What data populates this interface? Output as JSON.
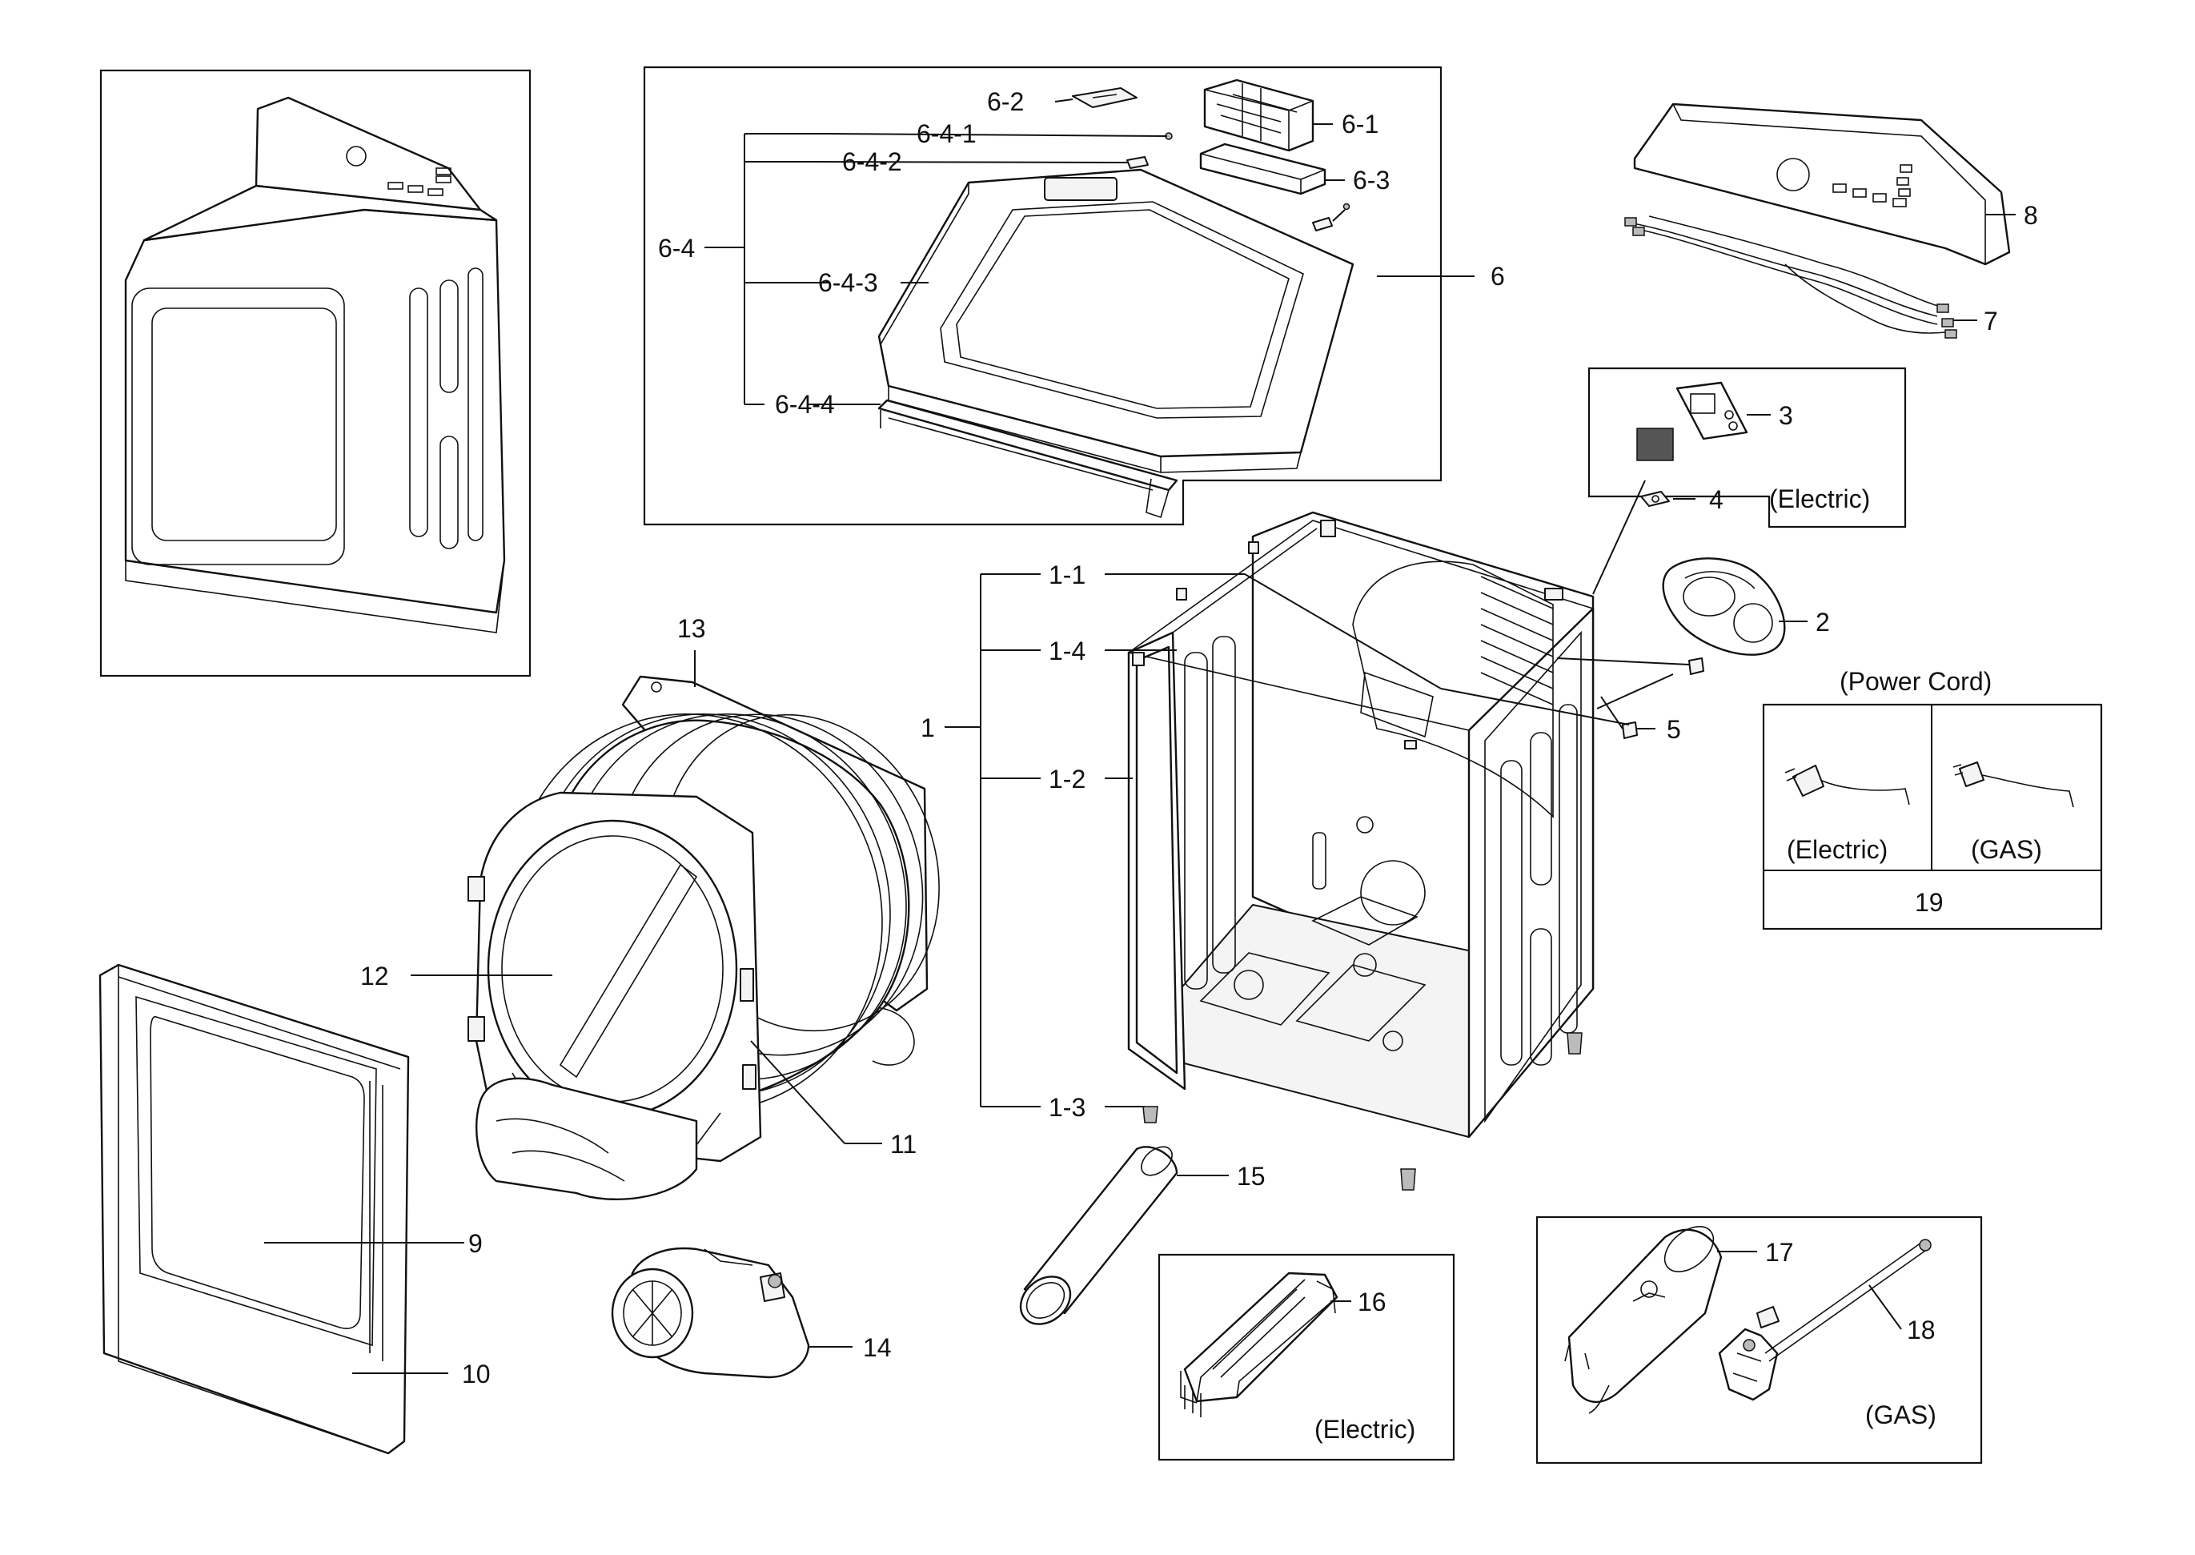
{
  "labels": {
    "l6_2": "6-2",
    "l6_1": "6-1",
    "l6_4_1": "6-4-1",
    "l6_4_2": "6-4-2",
    "l6_3": "6-3",
    "l6_4": "6-4",
    "l6_4_3": "6-4-3",
    "l6": "6",
    "l6_4_4": "6-4-4",
    "l8": "8",
    "l7": "7",
    "l3": "3",
    "l4": "4",
    "electric_3_4": "(Electric)",
    "l1_1": "1-1",
    "l1_4": "1-4",
    "l1": "1",
    "l1_2": "1-2",
    "l1_3": "1-3",
    "l2": "2",
    "l5": "5",
    "l13": "13",
    "l12": "12",
    "l11": "11",
    "l9": "9",
    "l10": "10",
    "l14": "14",
    "l15": "15",
    "l16": "16",
    "electric_16": "(Electric)",
    "l17": "17",
    "l18": "18",
    "gas_17_18": "(GAS)",
    "power_cord_title": "(Power Cord)",
    "power_cord_electric": "(Electric)",
    "power_cord_gas": "(GAS)",
    "l19": "19"
  }
}
